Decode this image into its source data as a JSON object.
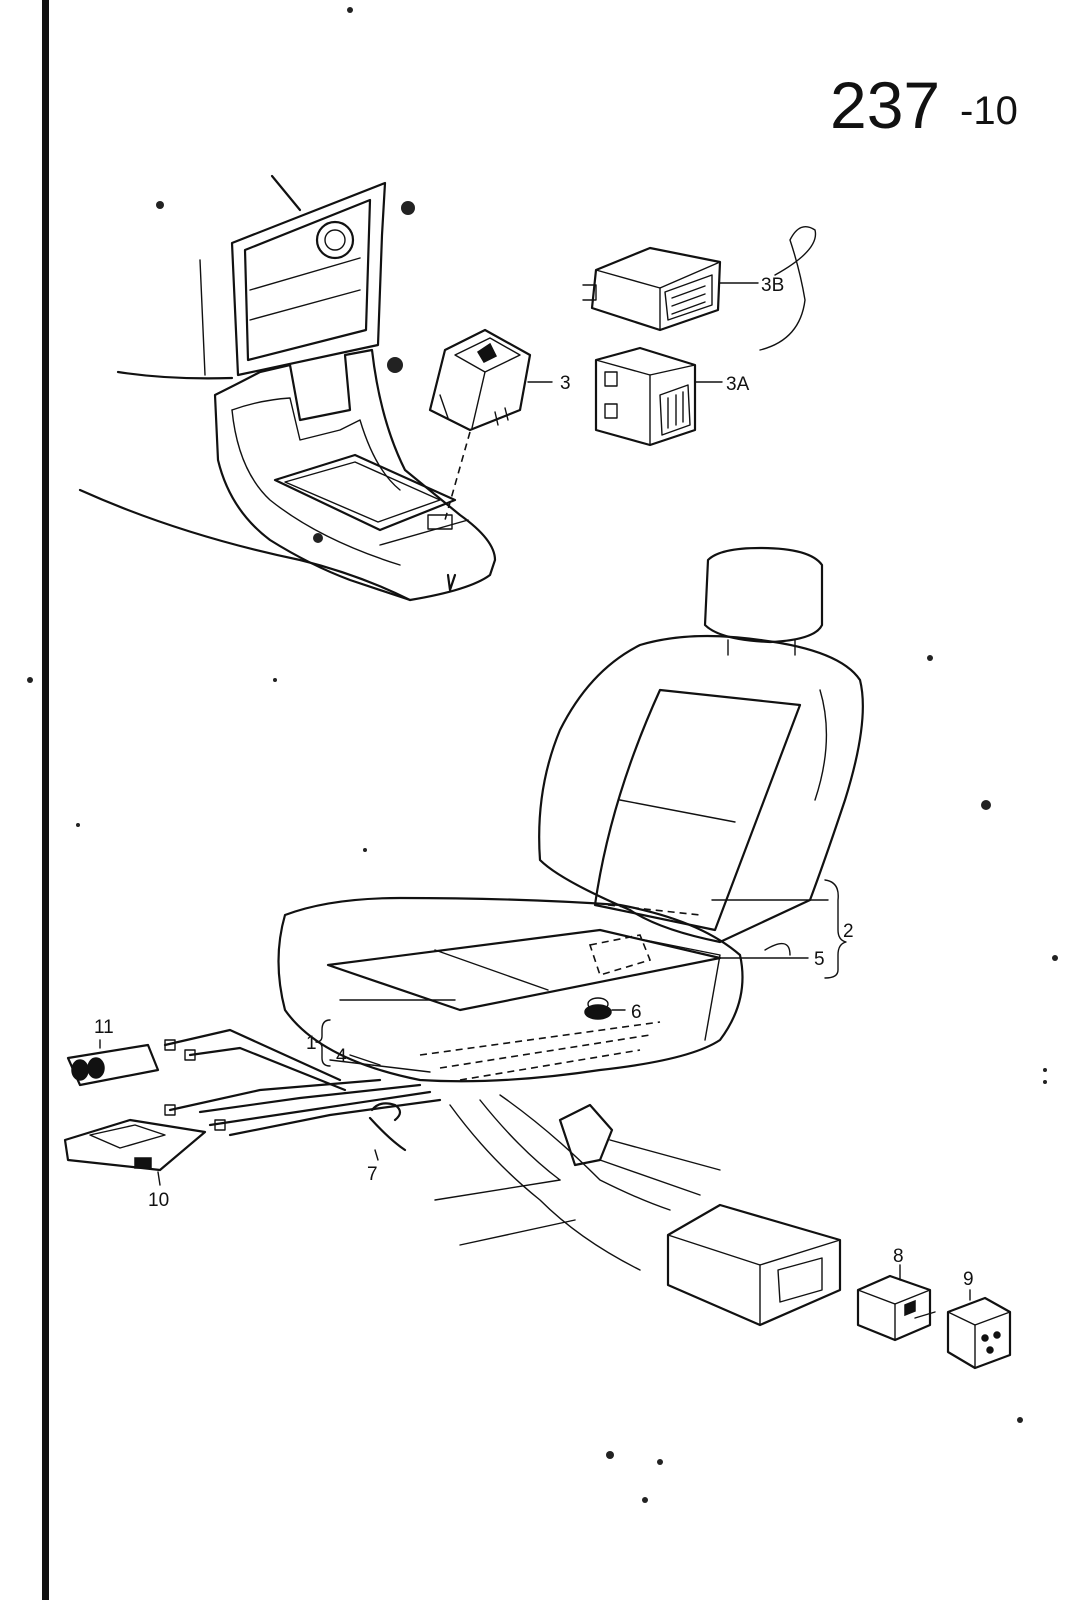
{
  "page_number": {
    "main": "237",
    "suffix": "-10"
  },
  "callouts": {
    "c1": "1",
    "c2": "2",
    "c3": "3",
    "c3a": "3A",
    "c3b": "3B",
    "c4": "4",
    "c5": "5",
    "c6": "6",
    "c7": "7",
    "c8": "8",
    "c9": "9",
    "c10": "10",
    "c11": "11"
  }
}
